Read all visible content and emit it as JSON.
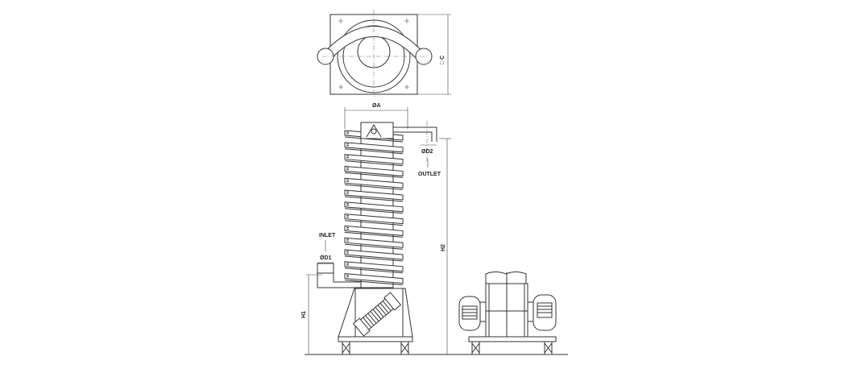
{
  "labels": {
    "square_c": "□ C",
    "dia_a": "ØA",
    "dia_d2": "ØD2",
    "outlet": "OUTLET",
    "inlet": "INLET",
    "dia_d1": "ØD1",
    "h1": "H1",
    "h2": "H2"
  },
  "coil_count": 13
}
